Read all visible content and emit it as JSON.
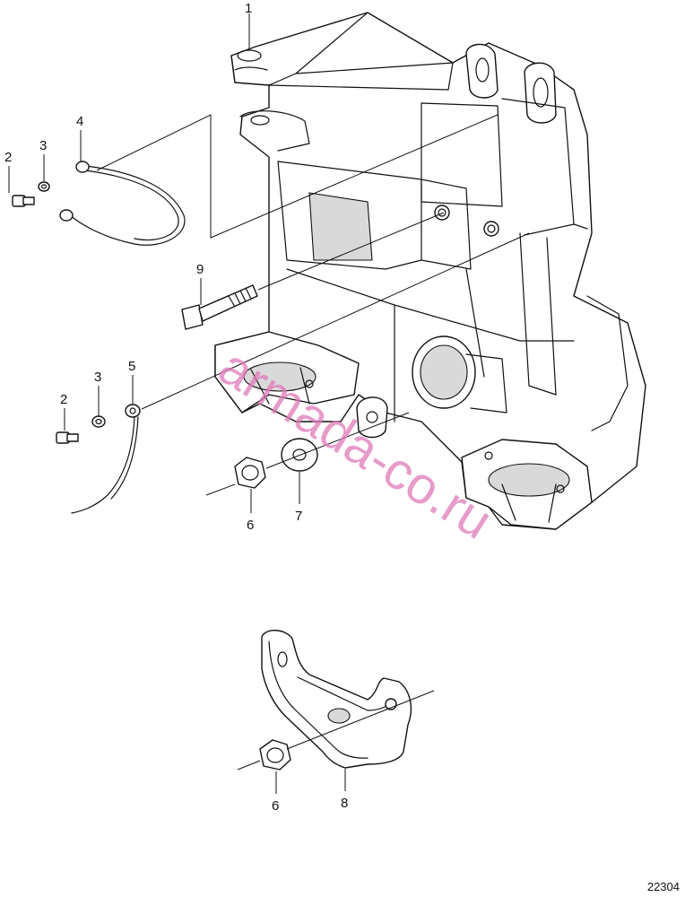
{
  "callouts": {
    "c1": "1",
    "c2a": "2",
    "c3a": "3",
    "c4": "4",
    "c2b": "2",
    "c3b": "3",
    "c5": "5",
    "c9": "9",
    "c6a": "6",
    "c7": "7",
    "c6b": "6",
    "c8": "8"
  },
  "figure_number": "22304",
  "watermark": "armada-co.ru"
}
